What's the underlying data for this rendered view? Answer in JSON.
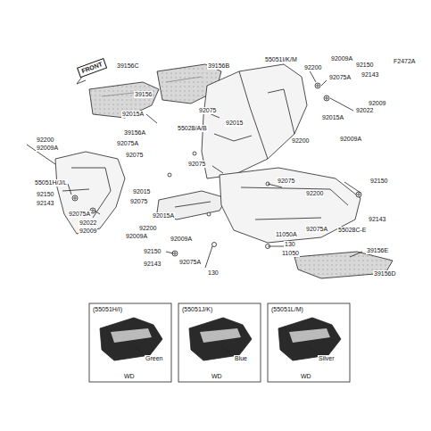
{
  "diagram": {
    "labels": [
      "F2472A",
      "FRONT",
      "39156C",
      "39156B",
      "55051I/K/M",
      "92009A",
      "92200",
      "92075A",
      "92150",
      "92143",
      "39156",
      "92009",
      "92022",
      "92015A",
      "92075",
      "92015",
      "92015A",
      "39156A",
      "92200",
      "92009A",
      "92075A",
      "55028/A/B",
      "92075",
      "92075",
      "92200",
      "92009A",
      "55051H/J/L",
      "92150",
      "92143",
      "92075A",
      "92022",
      "92009",
      "92015",
      "92075",
      "92075",
      "92150",
      "92200",
      "92015A",
      "92200",
      "92009A",
      "92009A",
      "92143",
      "92075A",
      "55028C-E",
      "11050A",
      "130",
      "11050",
      "39156E",
      "92150",
      "92075A",
      "92143",
      "130",
      "39156D",
      "(55051H/I)",
      "(55051J/K)",
      "(55051L/M)",
      "Green",
      "Blue",
      "Silver",
      "WD",
      "WD",
      "WD"
    ]
  }
}
